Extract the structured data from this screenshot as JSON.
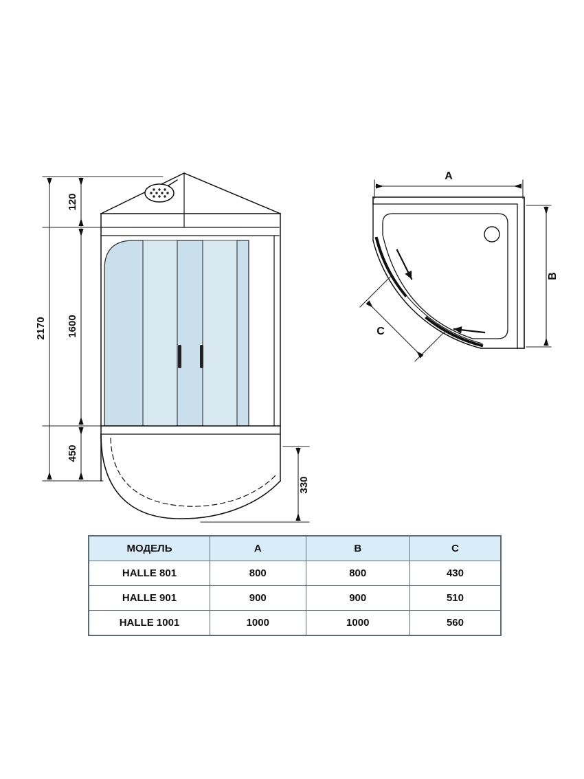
{
  "front_view": {
    "dim_total": "2170",
    "dim_top": "120",
    "dim_middle": "1600",
    "dim_bottom": "450",
    "dim_depth": "330"
  },
  "top_view": {
    "label_a": "A",
    "label_b": "B",
    "label_c": "C"
  },
  "table": {
    "headers": [
      "МОДЕЛЬ",
      "A",
      "B",
      "C"
    ],
    "rows": [
      [
        "HALLE 801",
        "800",
        "800",
        "430"
      ],
      [
        "HALLE 901",
        "900",
        "900",
        "510"
      ],
      [
        "HALLE 1001",
        "1000",
        "1000",
        "560"
      ]
    ]
  },
  "colors": {
    "glass": "#c9dfec",
    "glass_light": "#e4f0f7",
    "line": "#1b1b1b",
    "table_header_bg": "#d9edf8",
    "table_border": "#5b6b76"
  }
}
